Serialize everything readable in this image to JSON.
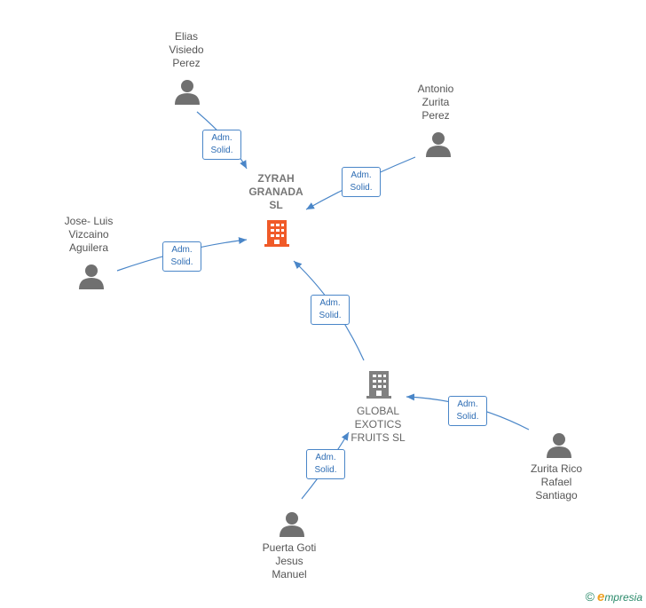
{
  "companies": {
    "zyrah": {
      "label": "ZYRAH\nGRANADA\nSL",
      "color": "#f05a28"
    },
    "global": {
      "label": "GLOBAL\nEXOTICS\nFRUITS  SL",
      "color": "#808080"
    }
  },
  "persons": {
    "elias": "Elias\nVisiedo\nPerez",
    "antonio": "Antonio\nZurita\nPerez",
    "jose": "Jose- Luis\nVizcaino\nAguilera",
    "zurita_rico": "Zurita Rico\nRafael\nSantiago",
    "puerta": "Puerta Goti\nJesus\nManuel"
  },
  "roles": {
    "elias_zyrah": "Adm.\nSolid.",
    "antonio_zyrah": "Adm.\nSolid.",
    "jose_zyrah": "Adm.\nSolid.",
    "global_zyrah": "Adm.\nSolid.",
    "zurita_global": "Adm.\nSolid.",
    "puerta_global": "Adm.\nSolid."
  },
  "colors": {
    "edge": "#4a86c8",
    "person": "#707070"
  },
  "footer": {
    "copyright": "©",
    "brand_e": "e",
    "brand_rest": "mpresia"
  }
}
